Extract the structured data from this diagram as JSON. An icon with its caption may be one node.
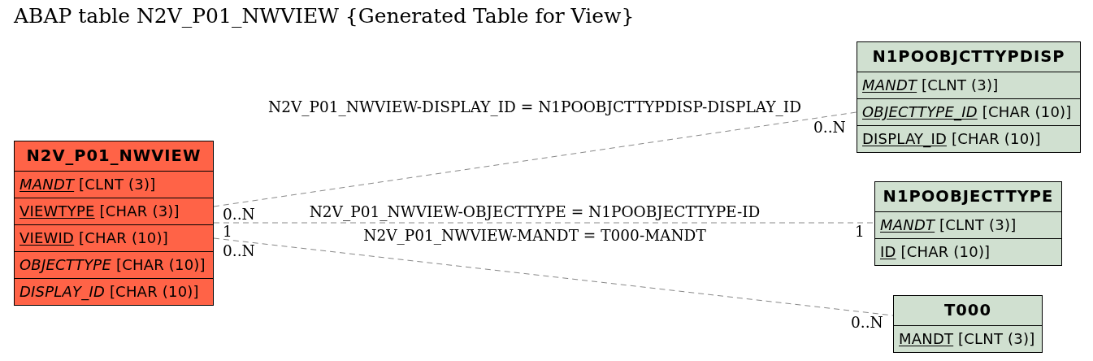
{
  "diagram": {
    "title": "ABAP table N2V_P01_NWVIEW {Generated Table for View}",
    "nodes": [
      {
        "text": [
          "N2V_P01_NWVIEW",
          "*MANDT* [CLNT (3)]",
          "VIEWTYPE [CHAR (3)]",
          "VIEWID [CHAR (10)]",
          "*OBJECTTYPE* [CHAR (10)]",
          "*DISPLAY_ID* [CHAR (10)]"
        ]
      },
      {
        "text": [
          "N1POOBJCTTYPDISP",
          "*MANDT* [CLNT (3)]",
          "*OBJECTTYPE_ID* [CHAR (10)]",
          "DISPLAY_ID [CHAR (10)]"
        ]
      },
      {
        "text": [
          "N1POOBJECTTYPE",
          "*MANDT* [CLNT (3)]",
          "ID [CHAR (10)]"
        ]
      },
      {
        "text": [
          "T000",
          "MANDT [CLNT (3)]"
        ]
      }
    ],
    "edges": [
      {
        "from": 0,
        "to": 1,
        "arrow": "none",
        "style": "dashed",
        "label": "N2V_P01_NWVIEW-DISPLAY_ID = N1POOBJCTTYPDISP-DISPLAY_ID"
      },
      {
        "from": 0,
        "to": 2,
        "arrow": "none",
        "style": "dashed",
        "label": "N2V_P01_NWVIEW-OBJECTTYPE = N1POOBJECTTYPE-ID"
      },
      {
        "from": 0,
        "to": 3,
        "arrow": "none",
        "style": "dashed",
        "label": "N2V_P01_NWVIEW-MANDT = T000-MANDT"
      }
    ],
    "labels": [
      "0..N",
      "0..N",
      "1",
      "1",
      "0..N",
      "0..N"
    ]
  }
}
